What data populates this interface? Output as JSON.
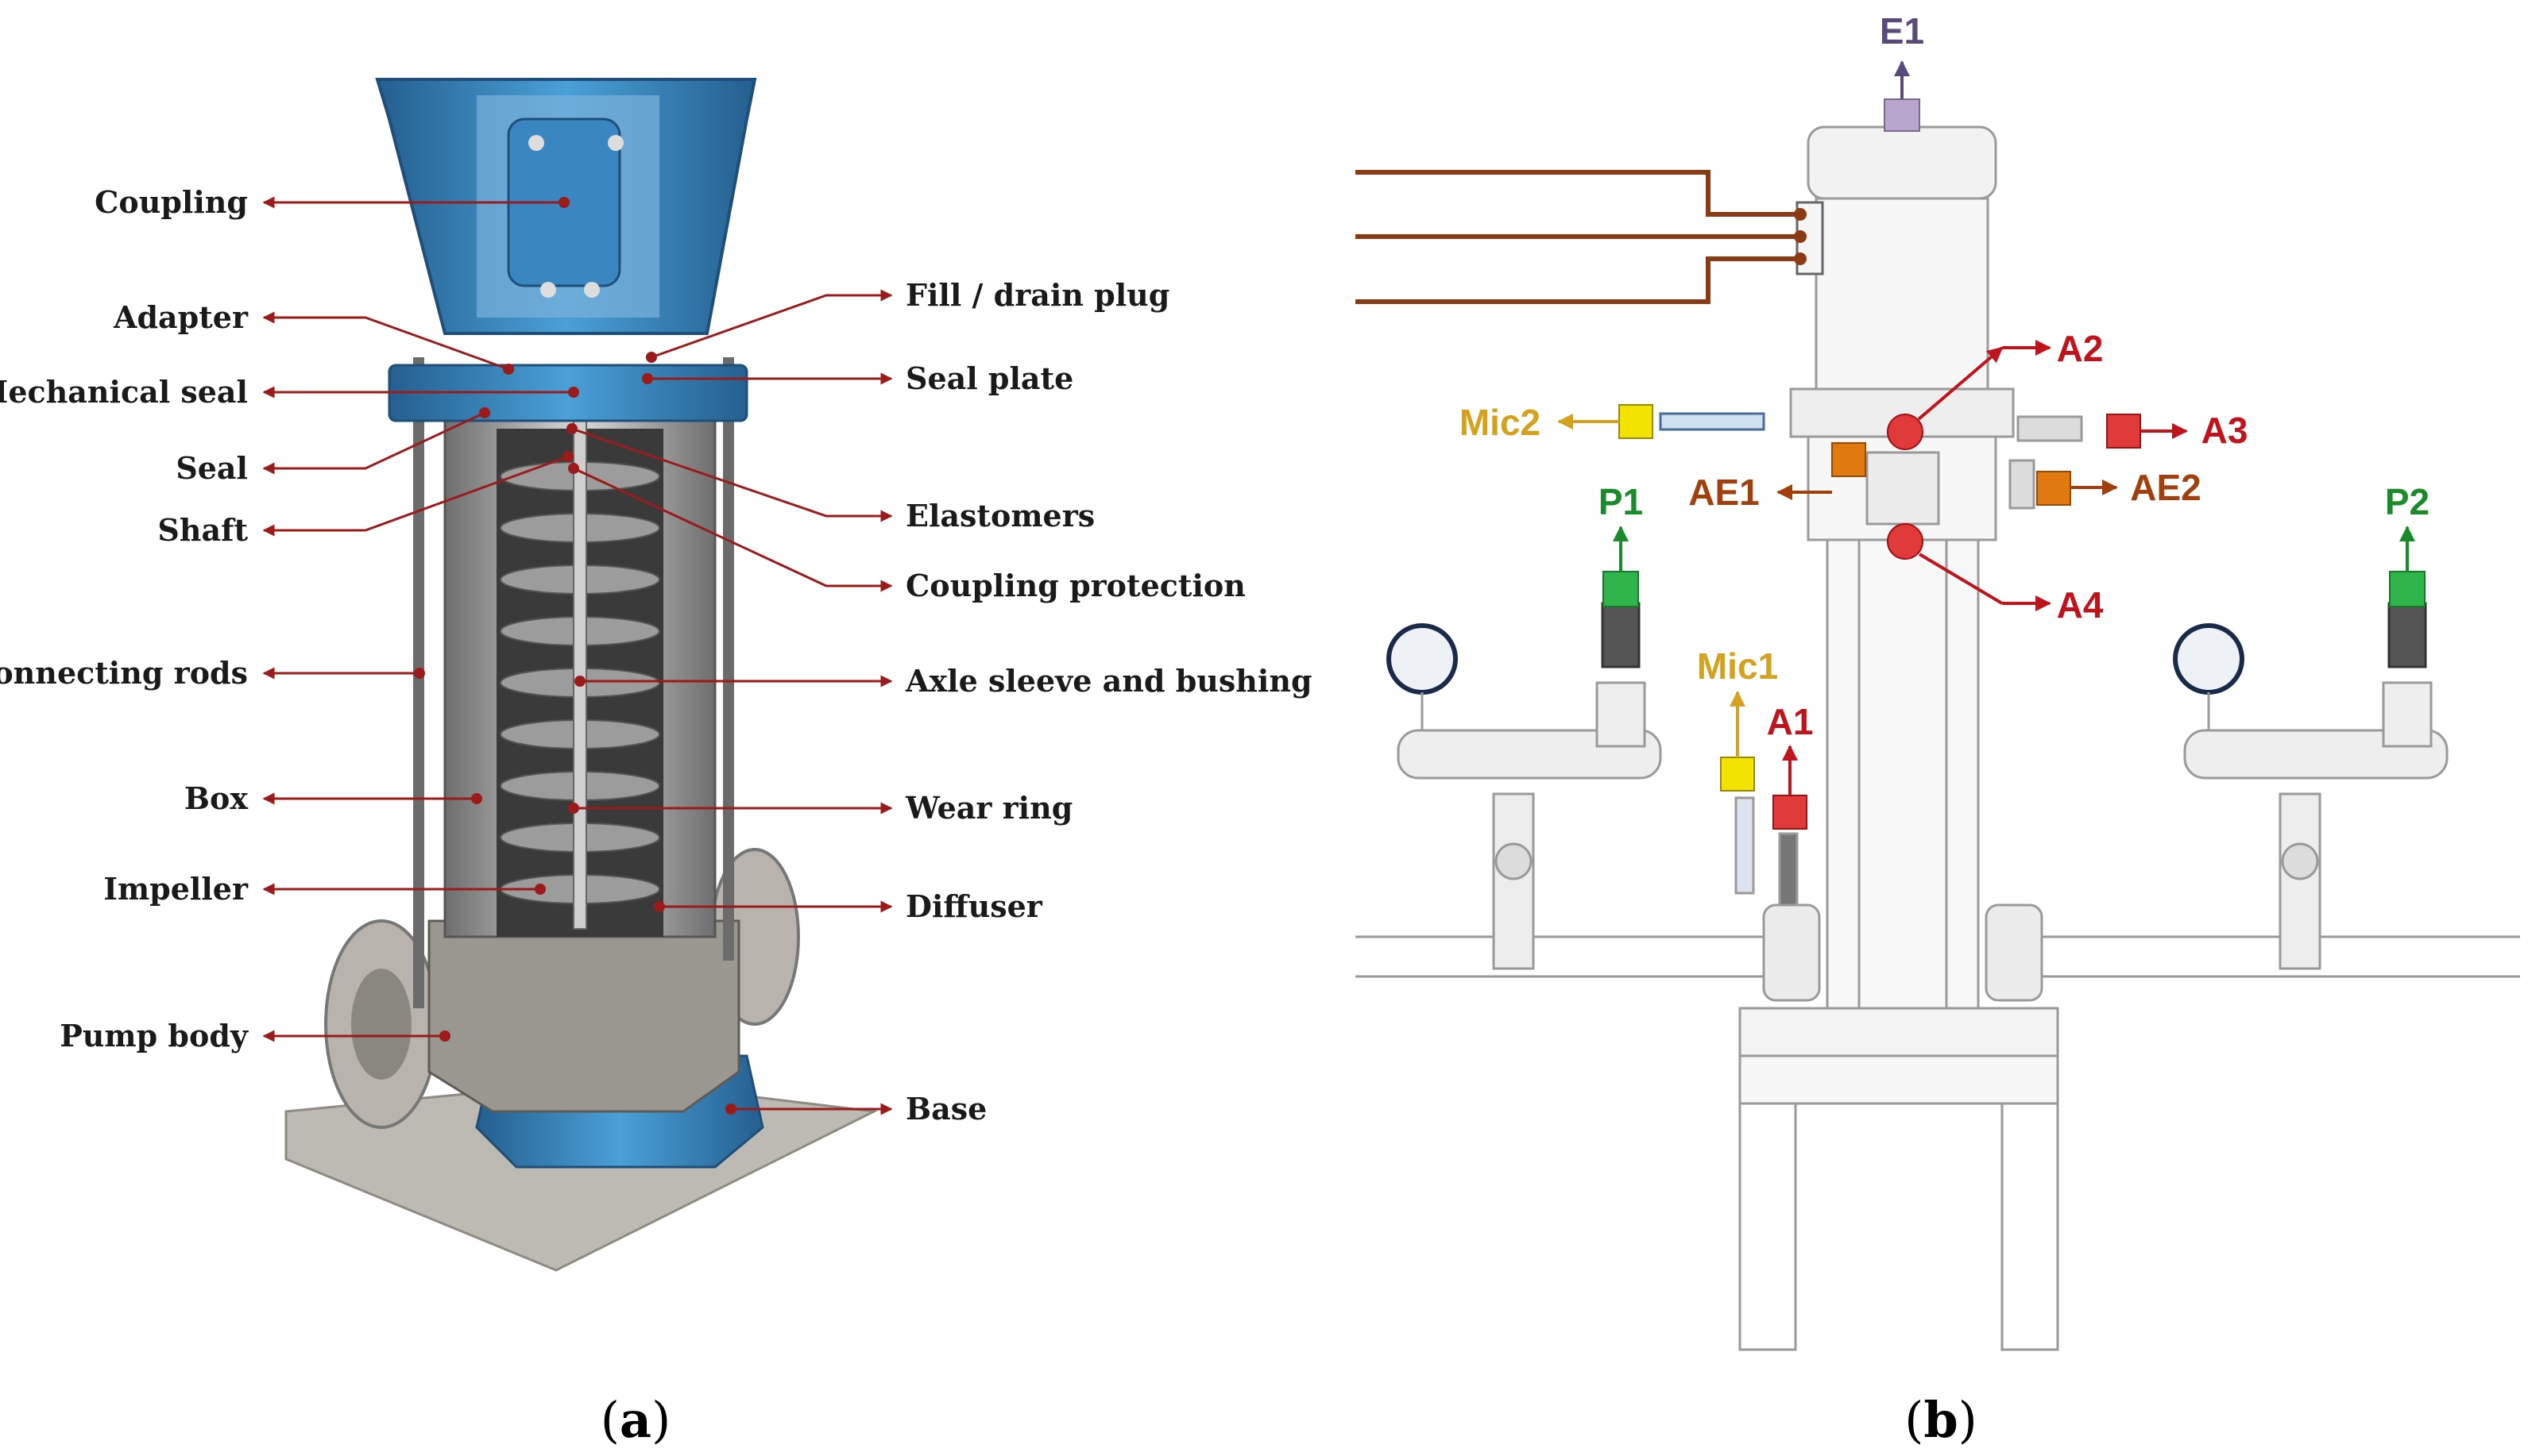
{
  "panel_a": {
    "caption_letter": "a",
    "labels_left": [
      "Coupling",
      "Adapter",
      "Mechanical seal",
      "Seal",
      "Shaft",
      "Connecting rods",
      "Box",
      "Impeller",
      "Pump body"
    ],
    "labels_right": [
      "Fill / drain plug",
      "Seal plate",
      "Elastomers",
      "Coupling protection",
      "Axle sleeve and bushing",
      "Wear ring",
      "Diffuser",
      "Base"
    ]
  },
  "panel_b": {
    "caption_letter": "b",
    "sensors": {
      "E1": "E1",
      "A1": "A1",
      "A2": "A2",
      "A3": "A3",
      "A4": "A4",
      "AE1": "AE1",
      "AE2": "AE2",
      "Mic1": "Mic1",
      "Mic2": "Mic2",
      "P1": "P1",
      "P2": "P2"
    }
  },
  "colors": {
    "pump_blue": "#3a86c0",
    "arrow_red": "#9b1b1b",
    "sensor_red": "#e03a3a",
    "sensor_orange": "#e07a10",
    "sensor_yellow": "#f2e300",
    "sensor_green": "#2fb54a",
    "sensor_purple": "#b8a6cc",
    "wire_brown": "#8a3b14",
    "text_red": "#c0141c",
    "text_brown": "#a0400e",
    "text_gold": "#d4a21e",
    "text_green": "#1a8a2a",
    "text_purple": "#5a4a7a"
  }
}
